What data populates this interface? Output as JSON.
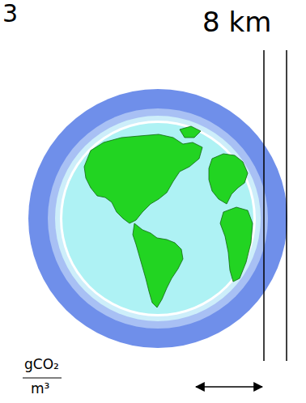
{
  "diagram": {
    "labels": [
      "3",
      "8 km",
      "gCO₂",
      "m³"
    ]
  }
}
